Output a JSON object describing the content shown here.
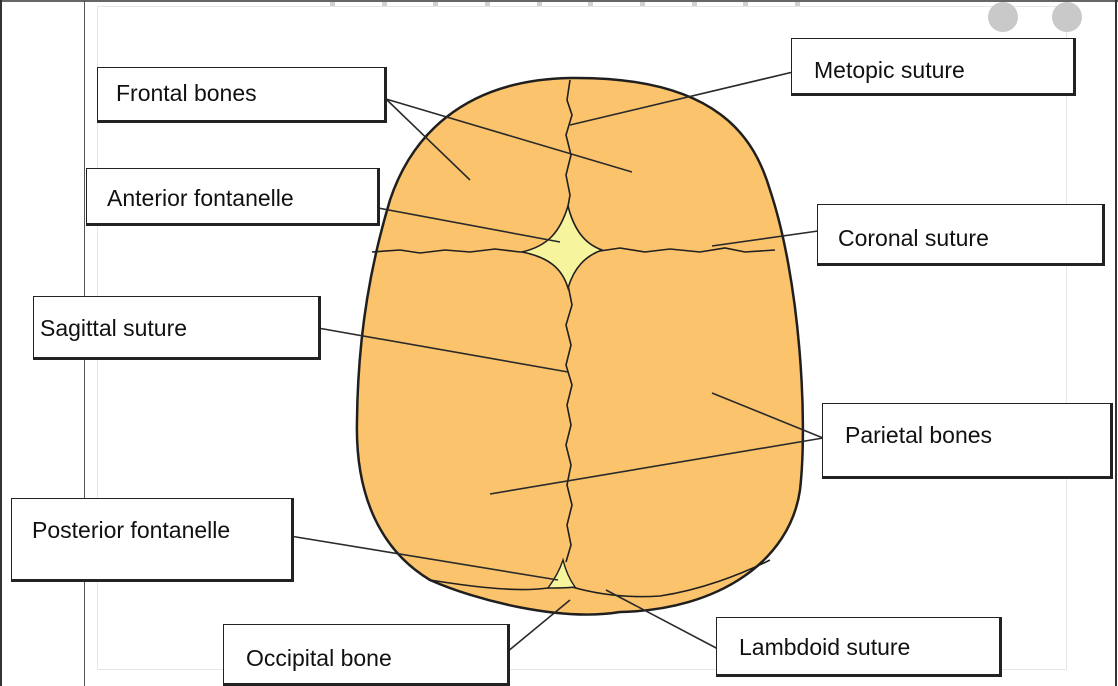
{
  "labels": {
    "frontal_bones": "Frontal bones",
    "metopic_suture": "Metopic suture",
    "anterior_fontanelle": "Anterior fontanelle",
    "coronal_suture": "Coronal suture",
    "sagittal_suture": "Sagittal suture",
    "parietal_bones": "Parietal bones",
    "posterior_fontanelle": "Posterior fontanelle",
    "occipital_bone": "Occipital bone",
    "lambdoid_suture": "Lambdoid suture"
  },
  "colors": {
    "bone": "#fbc36b",
    "fontanelle": "#f7f49e",
    "outline": "#1f1f1f",
    "leader": "#2a2a2a"
  }
}
